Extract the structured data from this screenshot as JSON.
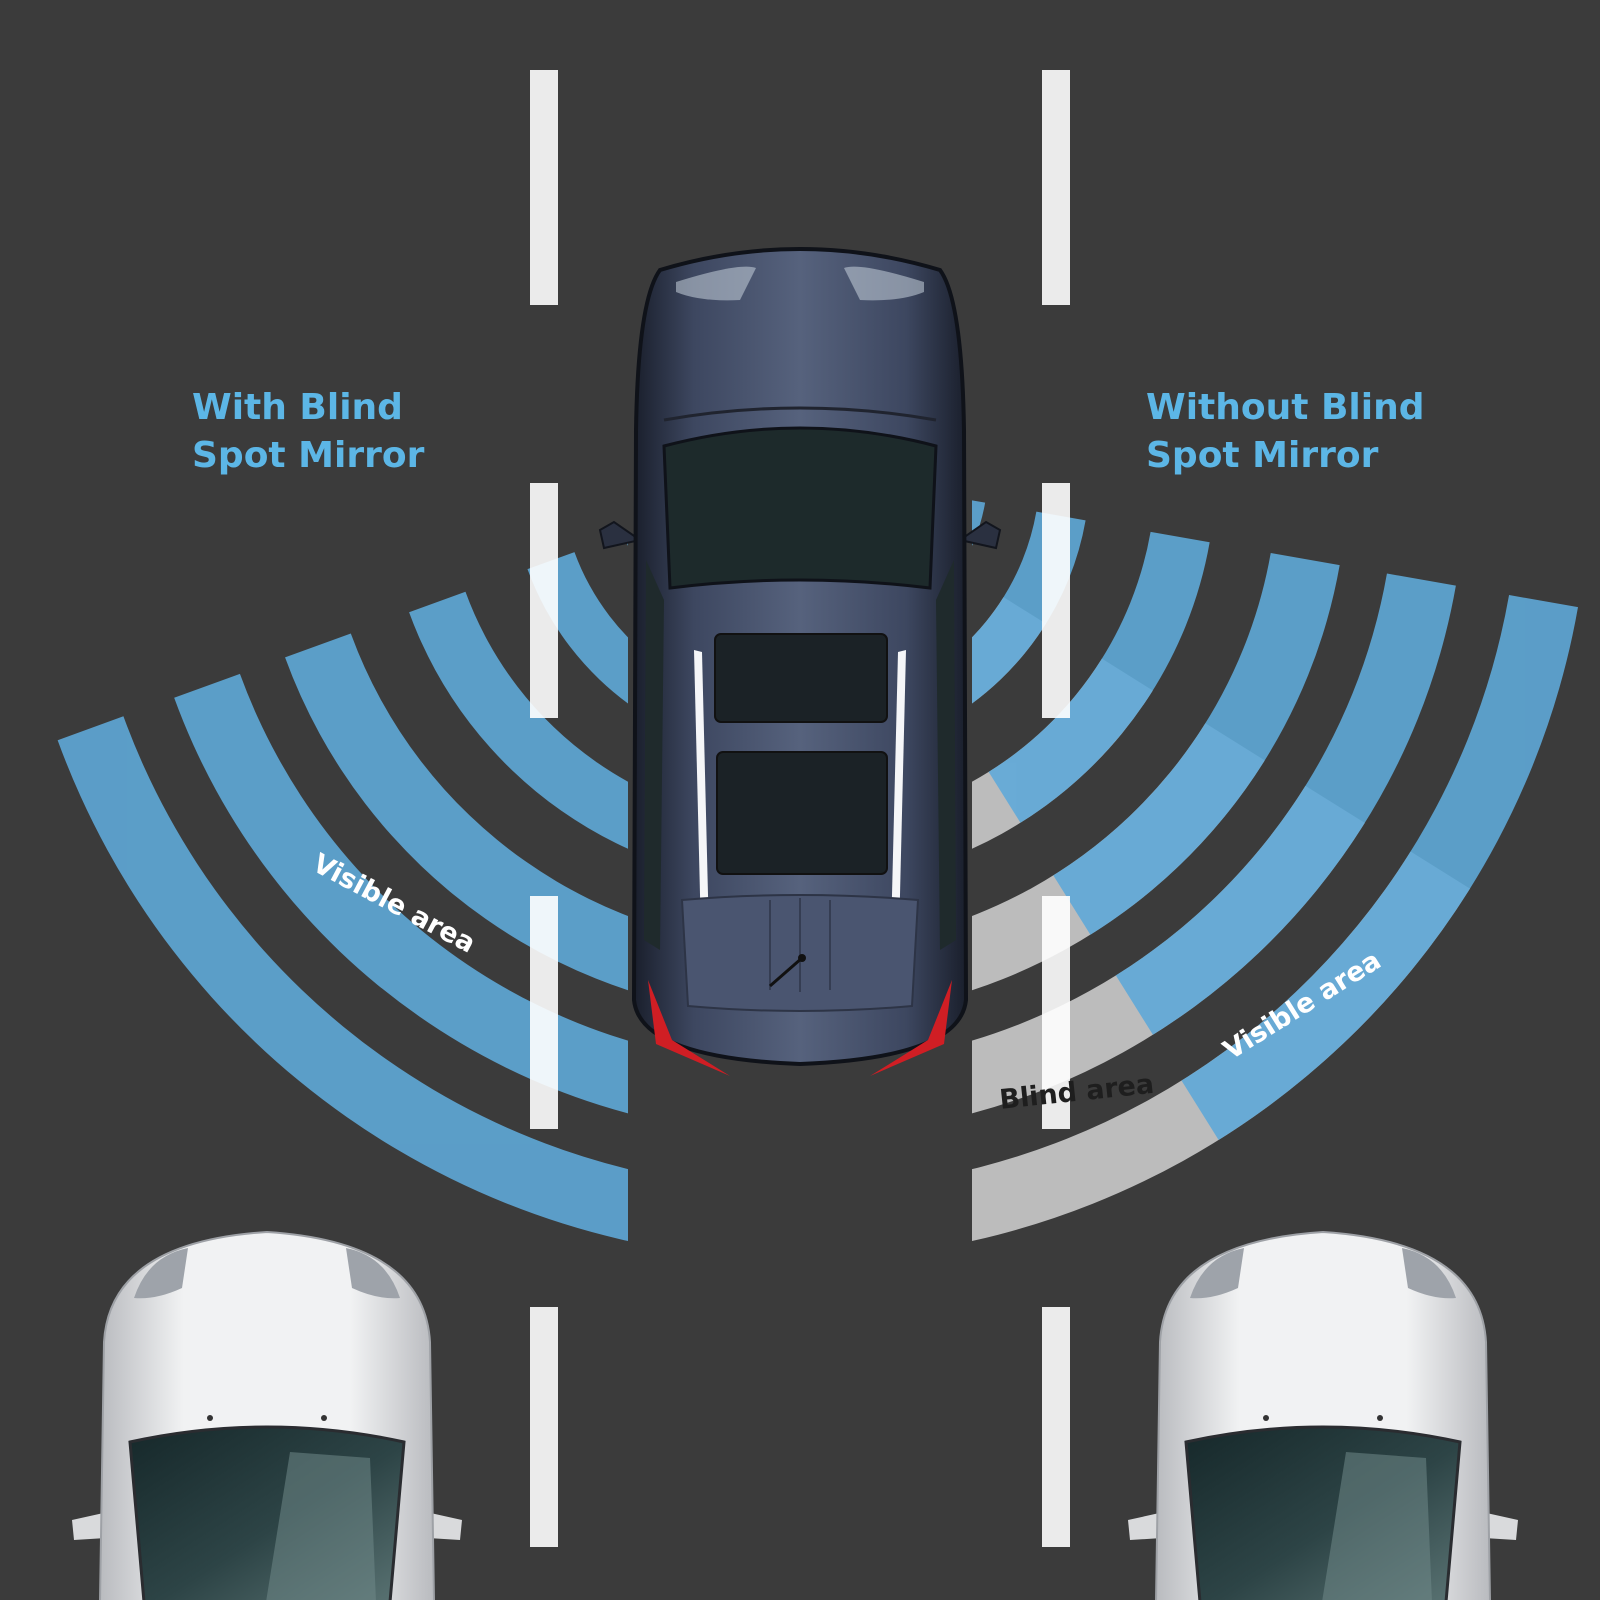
{
  "headings": {
    "left": [
      "With Blind",
      "Spot Mirror"
    ],
    "right": [
      "Without Blind",
      "Spot Mirror"
    ]
  },
  "labels": {
    "visible_left": "Visible area",
    "visible_right": "Visible area",
    "blind_right": "Blind area"
  },
  "colors": {
    "road": "#3b3b3b",
    "lane_marking": "#ffffff",
    "heading_text": "#5cb6e6",
    "visible_zone": "#5fa9d8",
    "blind_zone": "#c8c8c8",
    "label_light": "#ffffff",
    "label_dark": "#1e1e1e",
    "main_car": "#4a5570",
    "side_cars": "#e4e5e7"
  },
  "icons": {
    "main_car": "car-top-view-icon",
    "rear_car_left": "car-top-view-icon",
    "rear_car_right": "car-top-view-icon"
  }
}
